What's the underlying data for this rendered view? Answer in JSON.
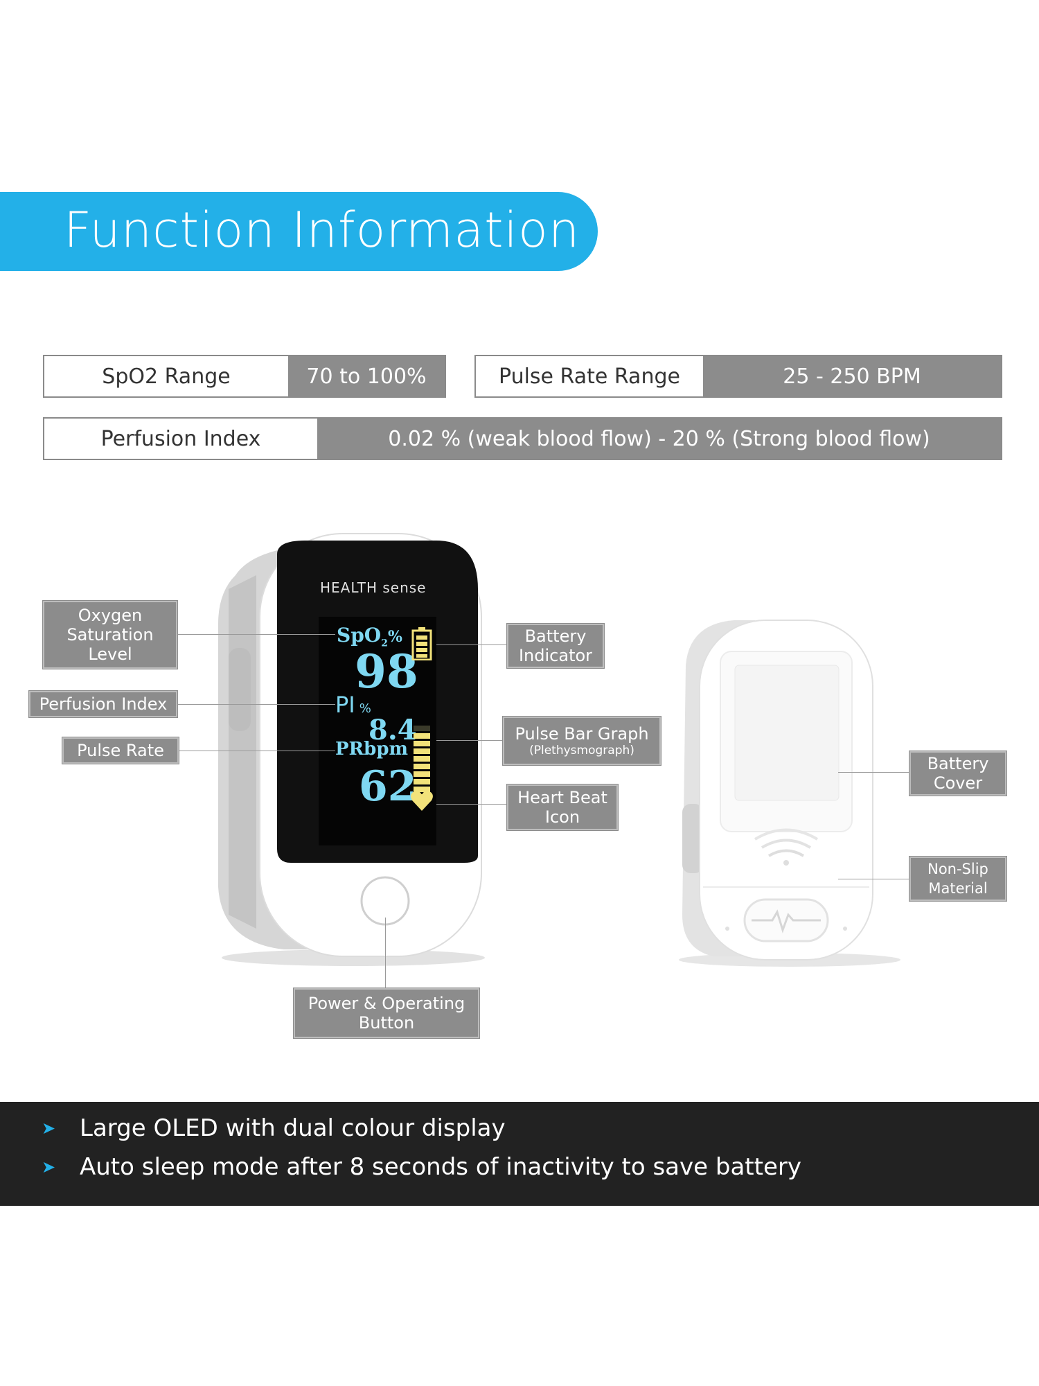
{
  "header": {
    "title": "Function Information"
  },
  "specs": {
    "spo2": {
      "label": "SpO2 Range",
      "value": "70 to 100%"
    },
    "pulse": {
      "label": "Pulse Rate Range",
      "value": "25 - 250 BPM"
    },
    "perfusion": {
      "label": "Perfusion Index",
      "value": "0.02 % (weak blood flow) - 20 % (Strong blood flow)"
    }
  },
  "device": {
    "brand": "HEALTH sense",
    "display": {
      "spo2_label": "SpO",
      "spo2_sub": "2",
      "spo2_unit": "%",
      "spo2_value": "98",
      "pi_label": "PI",
      "pi_unit": "%",
      "pi_value": "8.4",
      "pr_label": "PRbpm",
      "pr_value": "62"
    },
    "pulse_bar_level": 0.9
  },
  "callouts": {
    "oxygen": [
      "Oxygen",
      "Saturation",
      "Level"
    ],
    "perfusion": "Perfusion Index",
    "pulse_rate": "Pulse Rate",
    "battery_indicator": [
      "Battery",
      "Indicator"
    ],
    "pulse_bar": {
      "title": "Pulse Bar Graph",
      "sub": "(Plethysmograph)"
    },
    "heart_beat": [
      "Heart Beat",
      "Icon"
    ],
    "power": [
      "Power & Operating",
      "Button"
    ],
    "battery_cover": [
      "Battery",
      "Cover"
    ],
    "non_slip": [
      "Non-Slip",
      "Material"
    ]
  },
  "features": [
    "Large OLED with dual colour display",
    "Auto sleep mode after 8 seconds of inactivity to save battery"
  ],
  "colors": {
    "accent": "#23b0e8",
    "label_gray": "#8c8c8c",
    "bar_yellow": "#f2e27a",
    "display_cyan": "#7fd8f2"
  }
}
